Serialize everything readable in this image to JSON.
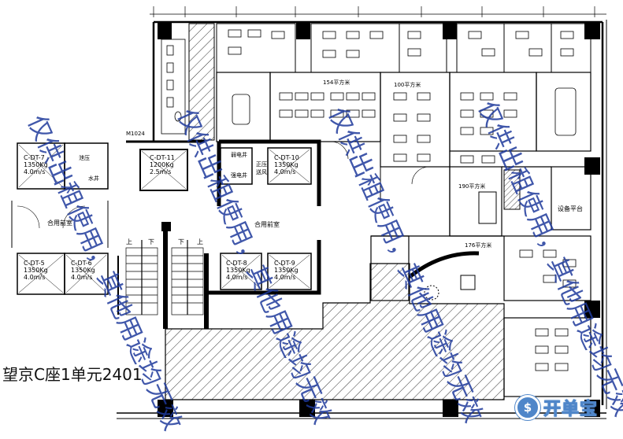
{
  "floorplan": {
    "room_labels": {
      "room_154": "154平方米",
      "room_100": "100平方米",
      "room_190": "190平方米",
      "room_176": "176平方米",
      "shared_lobby_right": "合用前室",
      "shared_lobby_left": "合用前室",
      "equipment_platform": "设备平台",
      "weak_electric": "弱电井",
      "strong_electric": "强电井",
      "positive_pressure_1": "正压",
      "positive_pressure_2": "送风",
      "pressure_relief": "泄压",
      "water_well": "水井",
      "door_tag": "M1024"
    },
    "elevators": [
      {
        "id": "C-DT-11",
        "load": "1200Kg",
        "speed": "2.5m/s"
      },
      {
        "id": "C-DT-10",
        "load": "1350Kg",
        "speed": "4.0m/s"
      },
      {
        "id": "C-DT-7",
        "load": "1350Kg",
        "speed": "4.0m/s"
      },
      {
        "id": "C-DT-5",
        "load": "1350Kg",
        "speed": "4.0m/s"
      },
      {
        "id": "C-DT-6",
        "load": "1350Kg",
        "speed": "4.0m/s"
      },
      {
        "id": "C-DT-8",
        "load": "1350Kg",
        "speed": "4.0m/s"
      },
      {
        "id": "C-DT-9",
        "load": "1350Kg",
        "speed": "4.0m/s"
      }
    ],
    "stair_labels": {
      "up_left": "上",
      "down_left": "下",
      "down_right": "下",
      "up_right": "上"
    },
    "unit_caption": "望京C座1单元2401"
  },
  "watermark": {
    "line1": "仅供出租使用，",
    "line2": "其他用途均无效"
  },
  "logo": {
    "mark": "$",
    "text": "开单宝"
  },
  "colors": {
    "wall": "#000000",
    "watermark": "#1f3a9c",
    "logo": "#4f86c9"
  }
}
